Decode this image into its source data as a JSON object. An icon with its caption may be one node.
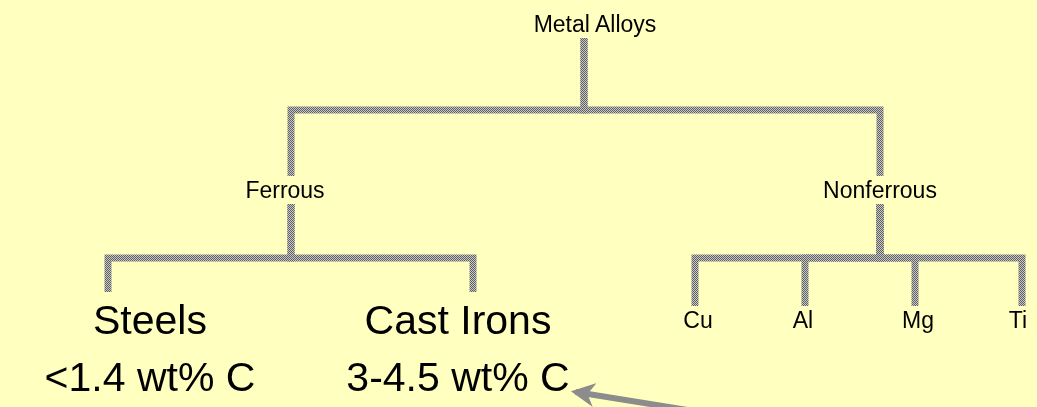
{
  "diagram": {
    "nodes": [
      {
        "text": [
          "Metal Alloys"
        ]
      },
      {
        "text": [
          "Ferrous"
        ]
      },
      {
        "text": [
          "Nonferrous"
        ]
      },
      {
        "text": [
          "Steels",
          "<1.4 wt% C"
        ]
      },
      {
        "text": [
          "Cast Irons",
          "3-4.5 wt% C"
        ]
      },
      {
        "text": [
          "Cu"
        ]
      },
      {
        "text": [
          "Al"
        ]
      },
      {
        "text": [
          "Mg"
        ]
      },
      {
        "text": [
          "Ti"
        ]
      }
    ],
    "edges": [
      {
        "from": 0,
        "to": 1,
        "arrow": "none"
      },
      {
        "from": 0,
        "to": 2,
        "arrow": "none"
      },
      {
        "from": 1,
        "to": 3,
        "arrow": "none"
      },
      {
        "from": 1,
        "to": 4,
        "arrow": "none"
      },
      {
        "from": 2,
        "to": 5,
        "arrow": "none"
      },
      {
        "from": 2,
        "to": 6,
        "arrow": "none"
      },
      {
        "from": 2,
        "to": 7,
        "arrow": "none"
      },
      {
        "from": 2,
        "to": 8,
        "arrow": "none"
      },
      {
        "from": null,
        "to": 4,
        "arrow": "to",
        "color": "#8c8c8c"
      }
    ]
  }
}
